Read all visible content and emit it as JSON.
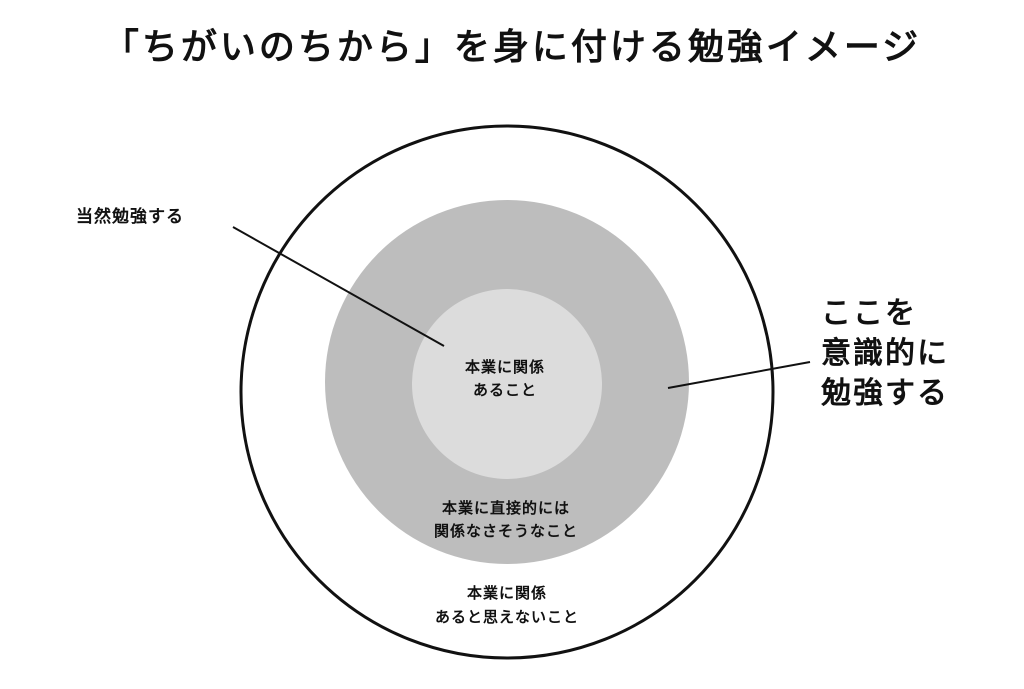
{
  "title": "「ちがいのちから」を身に付ける勉強イメージ",
  "labels": {
    "default_study": "当然勉強する",
    "inner": [
      "本業に関係",
      "あること"
    ],
    "middle": [
      "本業に直接的には",
      "関係なさそうなこと"
    ],
    "outer": [
      "本業に関係",
      "あると思えないこと"
    ],
    "focus": [
      "ここを",
      "意識的に",
      "勉強する"
    ]
  },
  "colors": {
    "outer_fill": "#ffffff",
    "outer_stroke": "#111111",
    "middle_fill": "#bdbdbd",
    "inner_fill": "#dcdcdc",
    "line": "#111111"
  }
}
